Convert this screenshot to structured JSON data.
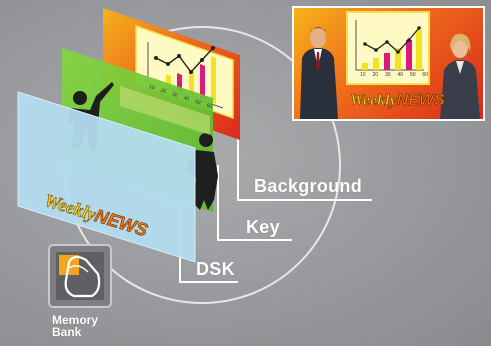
{
  "layers": {
    "background_label": "Background",
    "key_label": "Key",
    "dsk_label": "DSK",
    "dsk_logo_weekly": "Weekly",
    "dsk_logo_news": "NEWS"
  },
  "memory_bank": {
    "label_line1": "Memory",
    "label_line2": "Bank"
  },
  "preview": {
    "logo_weekly": "Weekly",
    "logo_news": "NEWS"
  },
  "chart_axis_labels": [
    "10",
    "20",
    "30",
    "40",
    "50",
    "60"
  ],
  "colors": {
    "background_gray": "#9a9b9e",
    "background_layer": "#e8442a",
    "key_layer": "#7fcf3c",
    "dsk_layer": "#a8d4ec",
    "chart_bar_yellow": "#f2e224",
    "chart_bar_magenta": "#d91c7c",
    "logo_yellow": "#f5d31a",
    "logo_orange": "#f07a12"
  },
  "icons": [
    "memory-bank-icon"
  ]
}
